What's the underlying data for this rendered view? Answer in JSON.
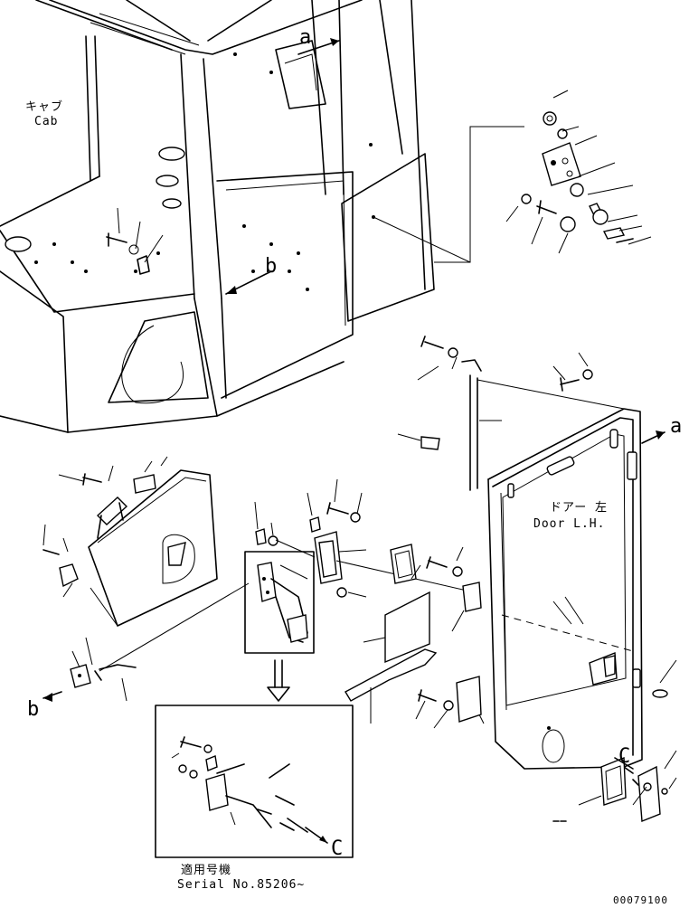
{
  "labels": {
    "cab_jp": "キャブ",
    "cab_en": "Cab",
    "door_jp": "ドアー 左",
    "door_en": "Door L.H.",
    "serial_jp": "適用号機",
    "serial_en": "Serial No.85206~",
    "ref_a": "a",
    "ref_b": "b",
    "ref_c": "C",
    "drawing_no": "00079100"
  }
}
